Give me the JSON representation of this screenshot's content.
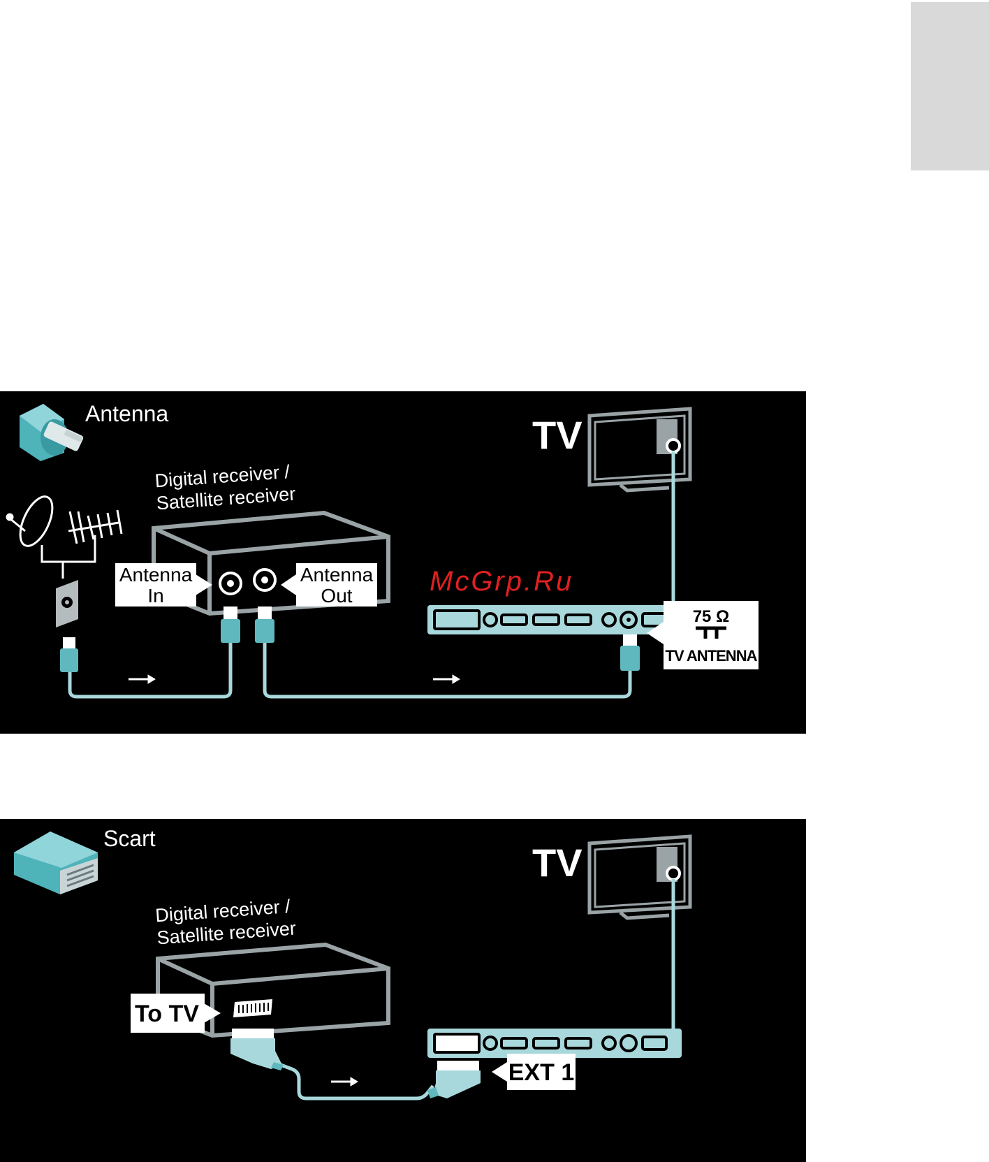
{
  "panels": {
    "antenna": {
      "title": "Antenna",
      "tv_label": "TV",
      "receiver_line1": "Digital receiver /",
      "receiver_line2": "Satellite receiver",
      "antenna_in_line1": "Antenna",
      "antenna_in_line2": "In",
      "antenna_out_line1": "Antenna",
      "antenna_out_line2": "Out",
      "tv_port_line1": "75 Ω",
      "tv_port_line3": "TV ANTENNA",
      "watermark": "McGrp.Ru"
    },
    "scart": {
      "title": "Scart",
      "tv_label": "TV",
      "receiver_line1": "Digital receiver /",
      "receiver_line2": "Satellite receiver",
      "to_tv": "To TV",
      "ext": "EXT 1"
    }
  },
  "colors": {
    "panel_bg": "#000000",
    "cable": "#a8d8dc",
    "connector": "#5fb8be",
    "outline": "#9aa3a5",
    "watermark": "#e02020",
    "side_tab": "#d9d9d9"
  }
}
